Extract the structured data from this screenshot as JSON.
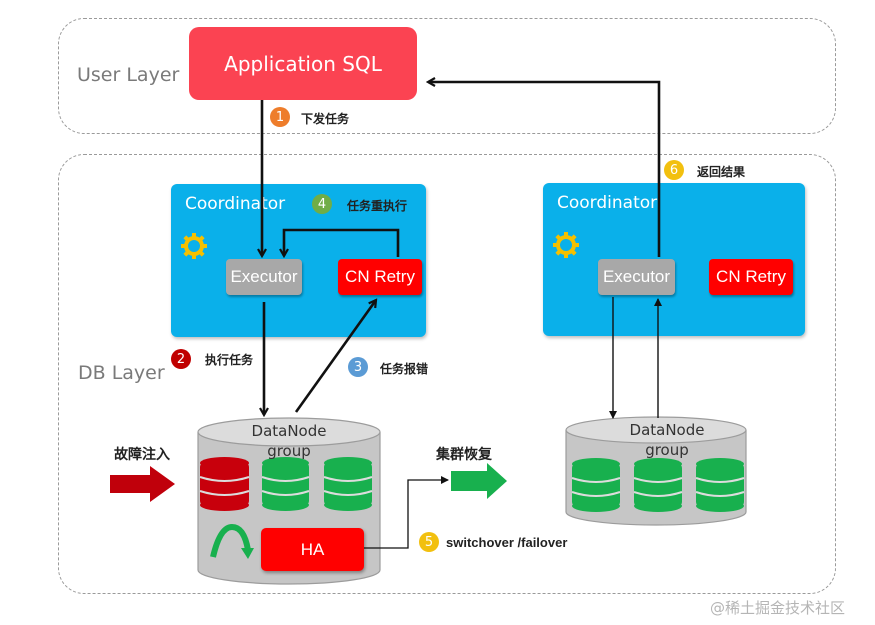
{
  "user_layer": {
    "label": "User Layer"
  },
  "db_layer": {
    "label": "DB Layer"
  },
  "application": {
    "label": "Application SQL"
  },
  "coordinators": [
    {
      "title": "Coordinator",
      "executor": "Executor",
      "retry": "CN Retry"
    },
    {
      "title": "Coordinator",
      "executor": "Executor",
      "retry": "CN Retry"
    }
  ],
  "datanode_groups": [
    {
      "label_line1": "DataNode",
      "label_line2": "group",
      "ha": "HA"
    },
    {
      "label_line1": "DataNode",
      "label_line2": "group"
    }
  ],
  "steps": [
    {
      "num": "1",
      "label": "下发任务",
      "color": "#ee7d2b"
    },
    {
      "num": "2",
      "label": "执行任务",
      "color": "#c00000"
    },
    {
      "num": "3",
      "label": "任务报错",
      "color": "#5b9bd5"
    },
    {
      "num": "4",
      "label": "任务重执行",
      "color": "#70ad47"
    },
    {
      "num": "5",
      "label": "switchover /failover",
      "color": "#f2c00f"
    },
    {
      "num": "6",
      "label": "返回结果",
      "color": "#f2c00f"
    }
  ],
  "annotations": {
    "fault_injection": "故障注入",
    "cluster_recovery": "集群恢复"
  },
  "colors": {
    "app": "#fb4352",
    "coordinator": "#0ab0ea",
    "executor": "#a8a8a8",
    "retry": "#ff0000",
    "db_healthy": "#18b04e",
    "db_failed": "#c8000c",
    "gear": "#f5c000"
  },
  "watermark": "@稀土掘金技术社区"
}
